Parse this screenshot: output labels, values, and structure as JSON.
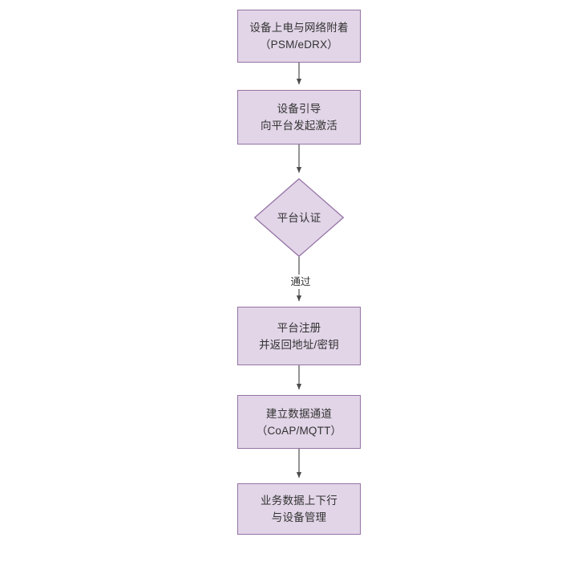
{
  "diagram": {
    "type": "flowchart",
    "orientation": "top-to-bottom",
    "background_color": "#ffffff",
    "node_fill_color": "#e1d5e7",
    "node_border_color": "#9673a6",
    "text_color": "#333333",
    "edge_color": "#4d4d4d",
    "nodes": [
      {
        "id": "n1",
        "shape": "rectangle",
        "label": "设备上电与网络附着\n（PSM/eDRX）",
        "line1": "设备上电与网络附着",
        "line2": "（PSM/eDRX）"
      },
      {
        "id": "n2",
        "shape": "rectangle",
        "label": "设备引导\n向平台发起激活",
        "line1": "设备引导",
        "line2": "向平台发起激活"
      },
      {
        "id": "n3",
        "shape": "diamond",
        "label": "平台认证",
        "line1": "平台认证",
        "line2": ""
      },
      {
        "id": "n4",
        "shape": "rectangle",
        "label": "平台注册\n并返回地址/密钥",
        "line1": "平台注册",
        "line2": "并返回地址/密钥"
      },
      {
        "id": "n5",
        "shape": "rectangle",
        "label": "建立数据通道\n（CoAP/MQTT）",
        "line1": "建立数据通道",
        "line2": "（CoAP/MQTT）"
      },
      {
        "id": "n6",
        "shape": "rectangle",
        "label": "业务数据上下行\n与设备管理",
        "line1": "业务数据上下行",
        "line2": "与设备管理"
      }
    ],
    "edges": [
      {
        "id": "e1",
        "from": "n1",
        "to": "n2",
        "label": ""
      },
      {
        "id": "e2",
        "from": "n2",
        "to": "n3",
        "label": ""
      },
      {
        "id": "e3",
        "from": "n3",
        "to": "n4",
        "label": "通过"
      },
      {
        "id": "e4",
        "from": "n4",
        "to": "n5",
        "label": ""
      },
      {
        "id": "e5",
        "from": "n5",
        "to": "n6",
        "label": ""
      }
    ]
  }
}
